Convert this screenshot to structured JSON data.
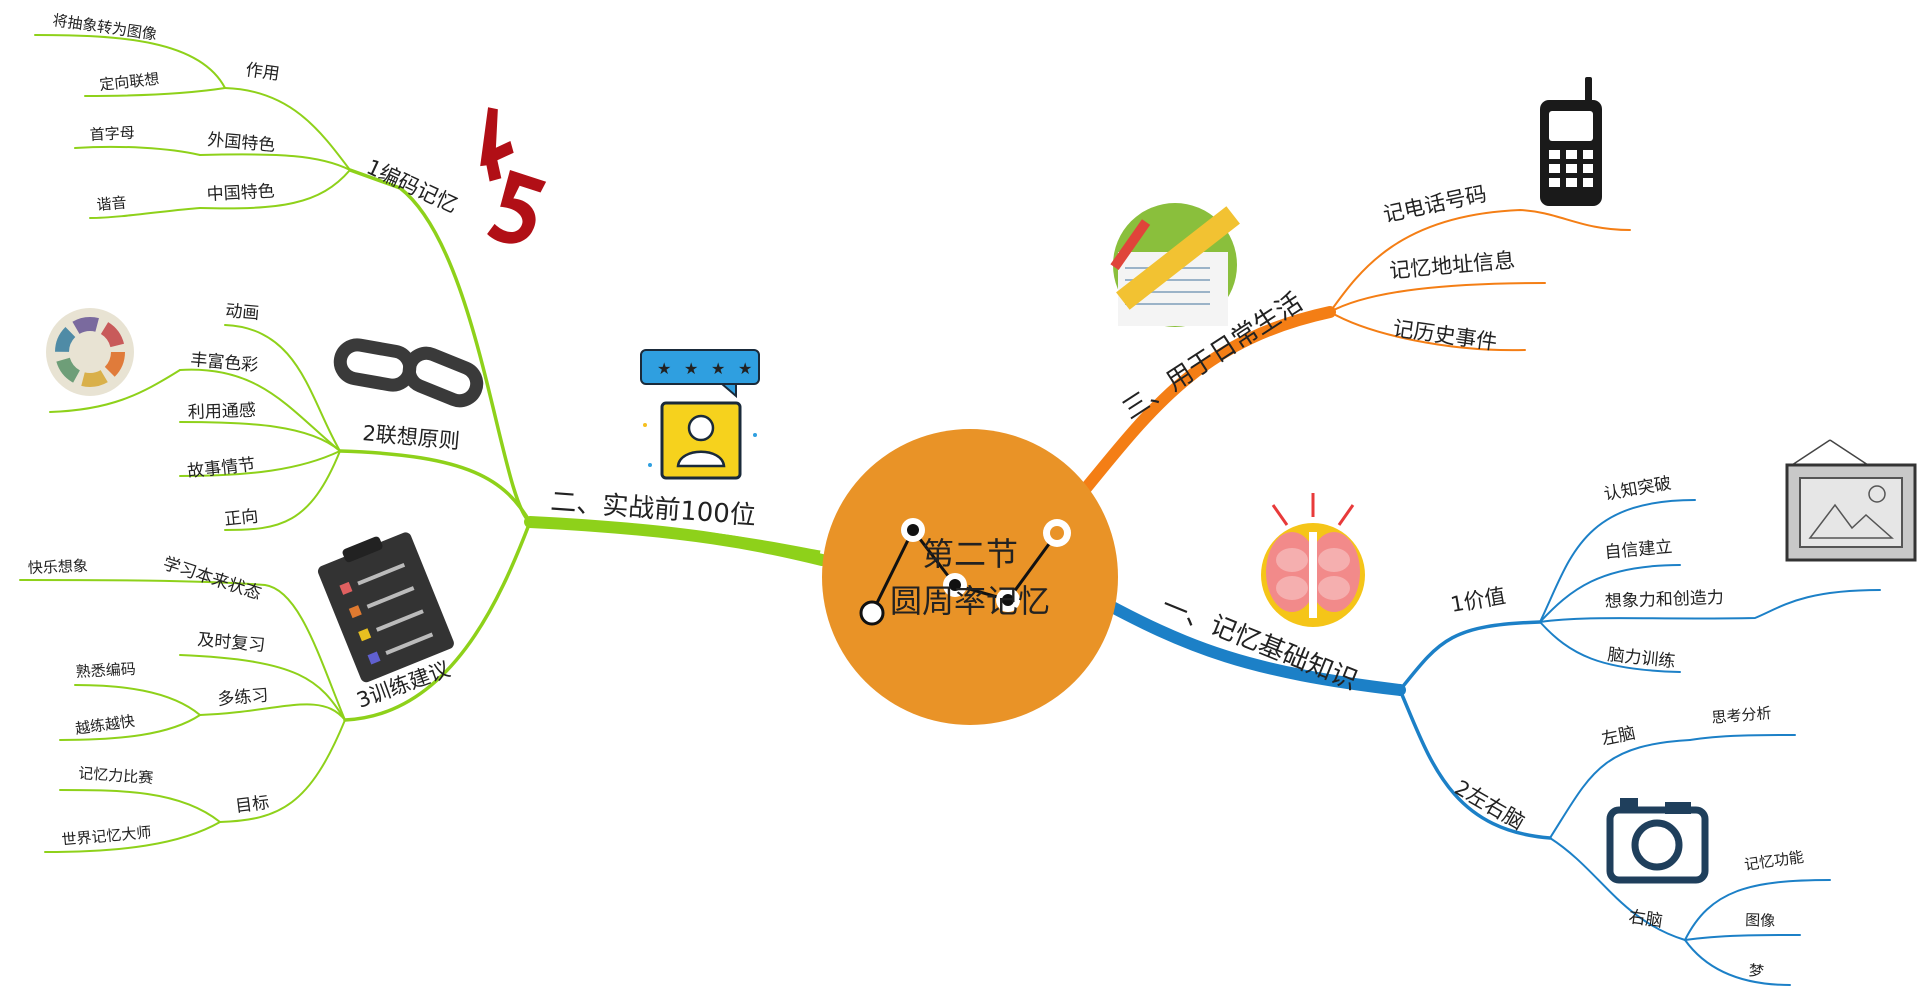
{
  "center": {
    "line1": "第二节",
    "line2": "圆周率记忆"
  },
  "colors": {
    "center": "#E99327",
    "green": "#8ED11A",
    "orange": "#F47E15",
    "blue": "#1C80C7"
  },
  "branch_practice": {
    "label": "二、实战前100位",
    "encoding": {
      "label": "1编码记忆",
      "role": {
        "label": "作用",
        "items": [
          "将抽象转为图像",
          "定向联想"
        ]
      },
      "foreign": {
        "label": "外国特色",
        "item": "首字母"
      },
      "chinese": {
        "label": "中国特色",
        "item": "谐音"
      }
    },
    "association": {
      "label": "2联想原则",
      "items": [
        "动画",
        "丰富色彩",
        "利用通感",
        "故事情节",
        "正向"
      ]
    },
    "training": {
      "label": "3训练建议",
      "natural": {
        "label": "学习本来状态",
        "item": "快乐想象"
      },
      "review": "及时复习",
      "practice": {
        "label": "多练习",
        "items": [
          "熟悉编码",
          "越练越快"
        ]
      },
      "goal": {
        "label": "目标",
        "items": [
          "记忆力比赛",
          "世界记忆大师"
        ]
      }
    }
  },
  "branch_daily": {
    "label": "三、用于日常生活",
    "items": [
      "记电话号码",
      "记忆地址信息",
      "记历史事件"
    ]
  },
  "branch_basics": {
    "label": "一、记忆基础知识",
    "value": {
      "label": "1价值",
      "items": [
        "认知突破",
        "自信建立",
        "想象力和创造力",
        "脑力训练"
      ]
    },
    "brain": {
      "label": "2左右脑",
      "left": {
        "label": "左脑",
        "item": "思考分析"
      },
      "right": {
        "label": "右脑",
        "items": [
          "记忆功能",
          "图像",
          "梦"
        ]
      }
    }
  },
  "icons": [
    "pi-digits-icon",
    "chain-link-icon",
    "color-wheel-icon",
    "checklist-clipboard-icon",
    "user-rating-icon",
    "pencil-ruler-icon",
    "mobile-phone-icon",
    "brain-icon",
    "framed-picture-icon",
    "camera-icon",
    "connected-dots-icon"
  ]
}
